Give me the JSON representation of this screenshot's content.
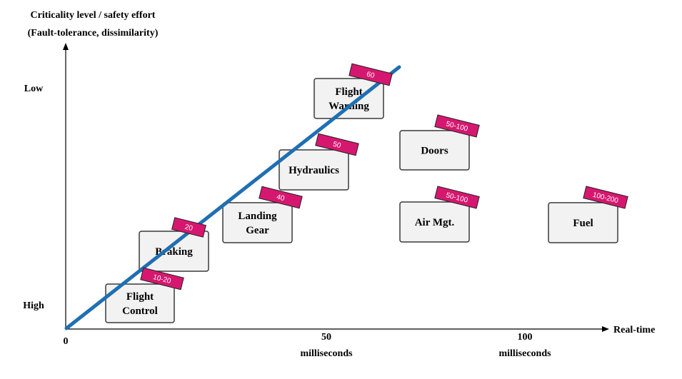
{
  "y_axis": {
    "title_line1": "Criticality  level / safety effort",
    "title_line2": "(Fault-tolerance,  dissimilarity)",
    "tick_low": "Low",
    "tick_high": "High"
  },
  "x_axis": {
    "title": "Real-time",
    "tick_0": "0",
    "tick_50": "50",
    "tick_100": "100",
    "unit_label_50": "milliseconds",
    "unit_label_100": "milliseconds"
  },
  "colors": {
    "trend_line": "#1f6fb2",
    "tag_fill": "#d6176f",
    "box_fill": "#f2f2f2",
    "box_border": "#3a3a3a"
  },
  "systems": [
    {
      "id": "flight-control",
      "line1": "Flight",
      "line2": "Control",
      "tag": "10-20"
    },
    {
      "id": "braking",
      "line1": "Braking",
      "line2": "",
      "tag": "20"
    },
    {
      "id": "landing-gear",
      "line1": "Landing",
      "line2": "Gear",
      "tag": "40"
    },
    {
      "id": "hydraulics",
      "line1": "Hydraulics",
      "line2": "",
      "tag": "50"
    },
    {
      "id": "flight-warning",
      "line1": "Flight",
      "line2": "Warning",
      "tag": "60"
    },
    {
      "id": "doors",
      "line1": "Doors",
      "line2": "",
      "tag": "50-100"
    },
    {
      "id": "air-mgt",
      "line1": "Air Mgt.",
      "line2": "",
      "tag": "50-100"
    },
    {
      "id": "fuel",
      "line1": "Fuel",
      "line2": "",
      "tag": "100-200"
    }
  ]
}
